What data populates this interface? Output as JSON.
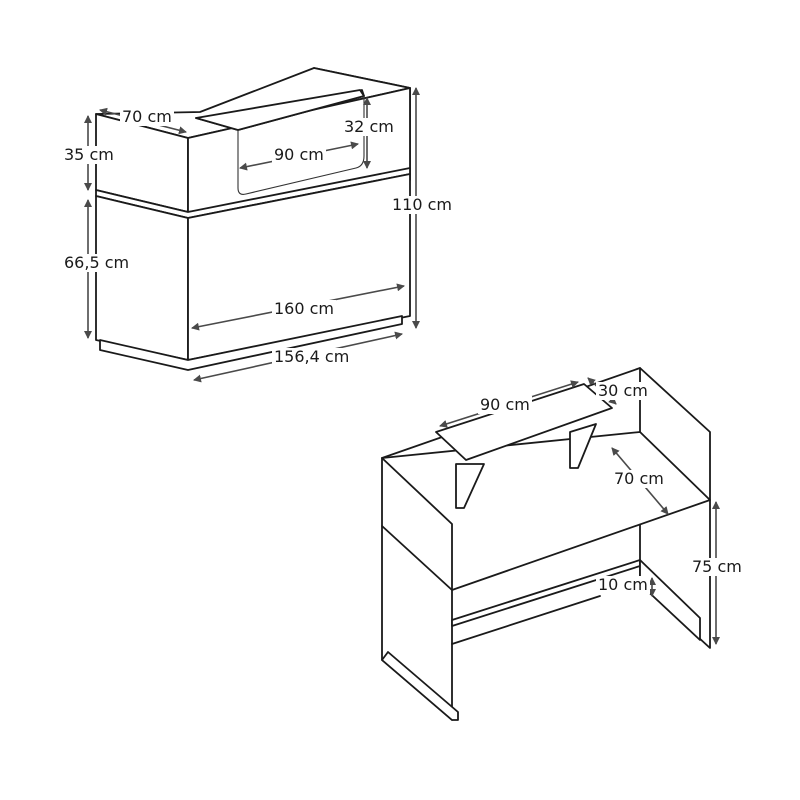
{
  "colors": {
    "line": "#1a1a1a",
    "dimension": "#4a4a4a",
    "background": "#ffffff"
  },
  "front_view": {
    "labels": {
      "depth_top": "70 cm",
      "upper_height": "35 cm",
      "lower_height": "66,5 cm",
      "shelf_width": "90 cm",
      "shelf_height": "32 cm",
      "total_height": "110 cm",
      "top_width": "160 cm",
      "base_width": "156,4 cm"
    }
  },
  "rear_view": {
    "labels": {
      "shelf_width": "90 cm",
      "shelf_depth": "30 cm",
      "desk_depth": "70 cm",
      "desk_height": "75 cm",
      "foot_height": "10 cm"
    }
  }
}
